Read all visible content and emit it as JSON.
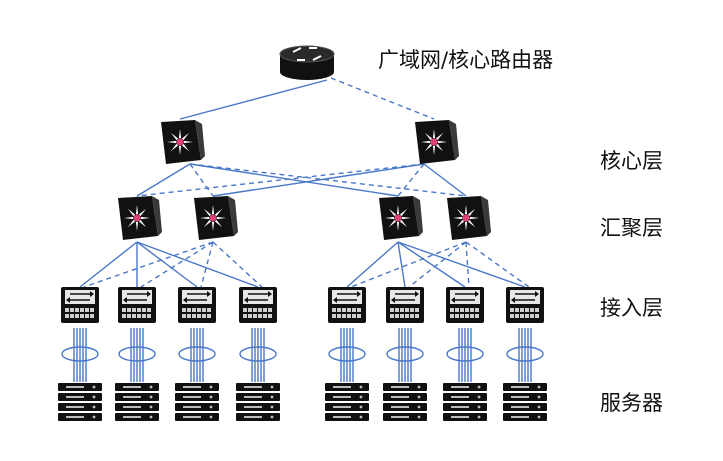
{
  "labels": {
    "router": "广域网/核心路由器",
    "core": "核心层",
    "aggregation": "汇聚层",
    "access": "接入层",
    "servers": "服务器"
  },
  "colors": {
    "link": "#4a78c8",
    "device": "#111111",
    "switch_face": "#e8e8e8",
    "star_center": "#e0407a"
  },
  "icons": {
    "router": "router-icon",
    "core_switch": "core-switch-icon",
    "aggregation_switch": "aggregation-switch-icon",
    "access_switch": "access-switch-icon",
    "server": "server-rack-icon"
  }
}
